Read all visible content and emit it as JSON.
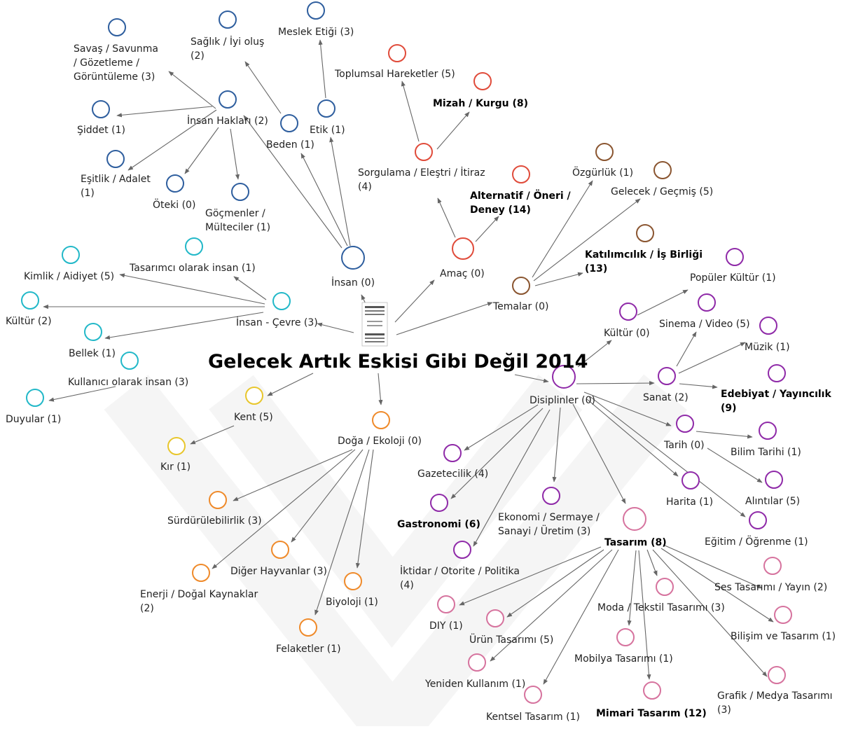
{
  "diagram": {
    "title": "Gelecek Artık Eskisi Gibi Değil 2014",
    "colors": {
      "edge": "#666666",
      "insan": "#2e5e9e",
      "amac": "#e04b3a",
      "temalar": "#8a5530",
      "cevre": "#22b8c8",
      "kent": "#e8c62c",
      "doga": "#ef8a2a",
      "disiplin": "#8f2aa8",
      "tasarim": "#d6739e",
      "watermark": "#ececec"
    },
    "nodes": [
      {
        "id": "insan",
        "label": "İnsan (0)",
        "group": "insan"
      },
      {
        "id": "insan-haklari",
        "label": "İnsan Hakları (2)",
        "group": "insan"
      },
      {
        "id": "savas",
        "label": "Savaş / Savunma / Gözetleme / Görüntüleme (3)",
        "group": "insan"
      },
      {
        "id": "siddet",
        "label": "Şiddet (1)",
        "group": "insan"
      },
      {
        "id": "esitlik",
        "label": "Eşitlik / Adalet (1)",
        "group": "insan"
      },
      {
        "id": "oteki",
        "label": "Öteki (0)",
        "group": "insan"
      },
      {
        "id": "gocmenler",
        "label": "Göçmenler / Mülteciler (1)",
        "group": "insan"
      },
      {
        "id": "saglik",
        "label": "Sağlık / İyi oluş (2)",
        "group": "insan"
      },
      {
        "id": "beden",
        "label": "Beden (1)",
        "group": "insan"
      },
      {
        "id": "etik",
        "label": "Etik (1)",
        "group": "insan"
      },
      {
        "id": "meslek-etigi",
        "label": "Meslek Etiği (3)",
        "group": "insan"
      },
      {
        "id": "amac",
        "label": "Amaç (0)",
        "group": "amac"
      },
      {
        "id": "sorgulama",
        "label": "Sorgulama / Eleştri / İtiraz (4)",
        "group": "amac"
      },
      {
        "id": "toplumsal",
        "label": "Toplumsal Hareketler (5)",
        "group": "amac"
      },
      {
        "id": "mizah",
        "label": "Mizah / Kurgu (8)",
        "group": "amac"
      },
      {
        "id": "alternatif",
        "label": "Alternatif / Öneri / Deney (14)",
        "group": "amac"
      },
      {
        "id": "temalar",
        "label": "Temalar (0)",
        "group": "temalar"
      },
      {
        "id": "ozgurluk",
        "label": "Özgürlük (1)",
        "group": "temalar"
      },
      {
        "id": "gelecek",
        "label": "Gelecek / Geçmiş (5)",
        "group": "temalar"
      },
      {
        "id": "katilimcilik",
        "label": "Katılımcılık / İş Birliği (13)",
        "group": "temalar"
      },
      {
        "id": "insan-cevre",
        "label": "İnsan - Çevre (3)",
        "group": "cevre"
      },
      {
        "id": "tasarimci",
        "label": "Tasarımcı olarak insan (1)",
        "group": "cevre"
      },
      {
        "id": "kimlik",
        "label": "Kimlik / Aidiyet (5)",
        "group": "cevre"
      },
      {
        "id": "kultur-c",
        "label": "Kültür (2)",
        "group": "cevre"
      },
      {
        "id": "bellek",
        "label": "Bellek (1)",
        "group": "cevre"
      },
      {
        "id": "kullanici",
        "label": "Kullanıcı olarak insan (3)",
        "group": "cevre"
      },
      {
        "id": "duyular",
        "label": "Duyular (1)",
        "group": "cevre"
      },
      {
        "id": "kent",
        "label": "Kent (5)",
        "group": "kent"
      },
      {
        "id": "kir",
        "label": "Kır (1)",
        "group": "kent"
      },
      {
        "id": "doga",
        "label": "Doğa / Ekoloji (0)",
        "group": "doga"
      },
      {
        "id": "surdurulebilirlik",
        "label": "Sürdürülebilirlik (3)",
        "group": "doga"
      },
      {
        "id": "diger-hayvanlar",
        "label": "Diğer Hayvanlar (3)",
        "group": "doga"
      },
      {
        "id": "enerji",
        "label": "Enerji / Doğal Kaynaklar (2)",
        "group": "doga"
      },
      {
        "id": "biyoloji",
        "label": "Biyoloji (1)",
        "group": "doga"
      },
      {
        "id": "felaketler",
        "label": "Felaketler (1)",
        "group": "doga"
      },
      {
        "id": "disiplinler",
        "label": "Disiplinler (0)",
        "group": "disiplin"
      },
      {
        "id": "kultur-d",
        "label": "Kültür (0)",
        "group": "disiplin"
      },
      {
        "id": "populer",
        "label": "Popüler Kültür (1)",
        "group": "disiplin"
      },
      {
        "id": "sanat",
        "label": "Sanat (2)",
        "group": "disiplin"
      },
      {
        "id": "sinema",
        "label": "Sinema / Video (5)",
        "group": "disiplin"
      },
      {
        "id": "muzik",
        "label": "Müzik (1)",
        "group": "disiplin"
      },
      {
        "id": "edebiyat",
        "label": "Edebiyat / Yayıncılık (9)",
        "group": "disiplin"
      },
      {
        "id": "tarih",
        "label": "Tarih (0)",
        "group": "disiplin"
      },
      {
        "id": "bilim-tarihi",
        "label": "Bilim Tarihi (1)",
        "group": "disiplin"
      },
      {
        "id": "alintilar",
        "label": "Alıntılar (5)",
        "group": "disiplin"
      },
      {
        "id": "harita",
        "label": "Harita (1)",
        "group": "disiplin"
      },
      {
        "id": "egitim",
        "label": "Eğitim / Öğrenme (1)",
        "group": "disiplin"
      },
      {
        "id": "gazetecilik",
        "label": "Gazetecilik (4)",
        "group": "disiplin"
      },
      {
        "id": "gastronomi",
        "label": "Gastronomi (6)",
        "group": "disiplin"
      },
      {
        "id": "ekonomi",
        "label": "Ekonomi / Sermaye / Sanayi / Üretim (3)",
        "group": "disiplin"
      },
      {
        "id": "iktidar",
        "label": "İktidar / Otorite / Politika (4)",
        "group": "disiplin"
      },
      {
        "id": "tasarim",
        "label": "Tasarım (8)",
        "group": "tasarim"
      },
      {
        "id": "ses",
        "label": "Ses Tasarımı / Yayın (2)",
        "group": "tasarim"
      },
      {
        "id": "moda",
        "label": "Moda / Tekstil Tasarımı (3)",
        "group": "tasarim"
      },
      {
        "id": "bilisim",
        "label": "Bilişim ve Tasarım (1)",
        "group": "tasarim"
      },
      {
        "id": "grafik",
        "label": "Grafik / Medya Tasarımı (3)",
        "group": "tasarim"
      },
      {
        "id": "mimari",
        "label": "Mimari Tasarım (12)",
        "group": "tasarim"
      },
      {
        "id": "mobilya",
        "label": "Mobilya Tasarımı (1)",
        "group": "tasarim"
      },
      {
        "id": "kentsel",
        "label": "Kentsel Tasarım (1)",
        "group": "tasarim"
      },
      {
        "id": "yeniden",
        "label": "Yeniden Kullanım (1)",
        "group": "tasarim"
      },
      {
        "id": "urun",
        "label": "Ürün Tasarımı (5)",
        "group": "tasarim"
      },
      {
        "id": "diy",
        "label": "DIY (1)",
        "group": "tasarim"
      }
    ],
    "edges": [
      [
        "center",
        "insan"
      ],
      [
        "center",
        "amac"
      ],
      [
        "center",
        "temalar"
      ],
      [
        "center",
        "insan-cevre"
      ],
      [
        "center",
        "kent"
      ],
      [
        "center",
        "doga"
      ],
      [
        "center",
        "disiplinler"
      ],
      [
        "insan",
        "insan-haklari"
      ],
      [
        "insan",
        "beden"
      ],
      [
        "insan",
        "etik"
      ],
      [
        "insan-haklari",
        "savas"
      ],
      [
        "insan-haklari",
        "siddet"
      ],
      [
        "insan-haklari",
        "esitlik"
      ],
      [
        "insan-haklari",
        "oteki"
      ],
      [
        "insan-haklari",
        "gocmenler"
      ],
      [
        "beden",
        "saglik"
      ],
      [
        "etik",
        "meslek-etigi"
      ],
      [
        "amac",
        "sorgulama"
      ],
      [
        "amac",
        "alternatif"
      ],
      [
        "sorgulama",
        "toplumsal"
      ],
      [
        "sorgulama",
        "mizah"
      ],
      [
        "temalar",
        "ozgurluk"
      ],
      [
        "temalar",
        "gelecek"
      ],
      [
        "temalar",
        "katilimcilik"
      ],
      [
        "insan-cevre",
        "tasarimci"
      ],
      [
        "insan-cevre",
        "kimlik"
      ],
      [
        "insan-cevre",
        "kultur-c"
      ],
      [
        "insan-cevre",
        "bellek"
      ],
      [
        "kullanici",
        "duyular"
      ],
      [
        "kent",
        "kir"
      ],
      [
        "doga",
        "surdurulebilirlik"
      ],
      [
        "doga",
        "diger-hayvanlar"
      ],
      [
        "doga",
        "enerji"
      ],
      [
        "doga",
        "biyoloji"
      ],
      [
        "doga",
        "felaketler"
      ],
      [
        "disiplinler",
        "kultur-d"
      ],
      [
        "kultur-d",
        "populer"
      ],
      [
        "disiplinler",
        "sanat"
      ],
      [
        "sanat",
        "sinema"
      ],
      [
        "sanat",
        "muzik"
      ],
      [
        "sanat",
        "edebiyat"
      ],
      [
        "disiplinler",
        "tarih"
      ],
      [
        "tarih",
        "bilim-tarihi"
      ],
      [
        "tarih",
        "alintilar"
      ],
      [
        "disiplinler",
        "harita"
      ],
      [
        "disiplinler",
        "egitim"
      ],
      [
        "disiplinler",
        "gazetecilik"
      ],
      [
        "disiplinler",
        "gastronomi"
      ],
      [
        "disiplinler",
        "ekonomi"
      ],
      [
        "disiplinler",
        "iktidar"
      ],
      [
        "disiplinler",
        "tasarim"
      ],
      [
        "tasarim",
        "ses"
      ],
      [
        "tasarim",
        "moda"
      ],
      [
        "tasarim",
        "bilisim"
      ],
      [
        "tasarim",
        "grafik"
      ],
      [
        "tasarim",
        "mimari"
      ],
      [
        "tasarim",
        "mobilya"
      ],
      [
        "tasarim",
        "kentsel"
      ],
      [
        "tasarim",
        "yeniden"
      ],
      [
        "tasarim",
        "urun"
      ],
      [
        "tasarim",
        "diy"
      ]
    ]
  }
}
